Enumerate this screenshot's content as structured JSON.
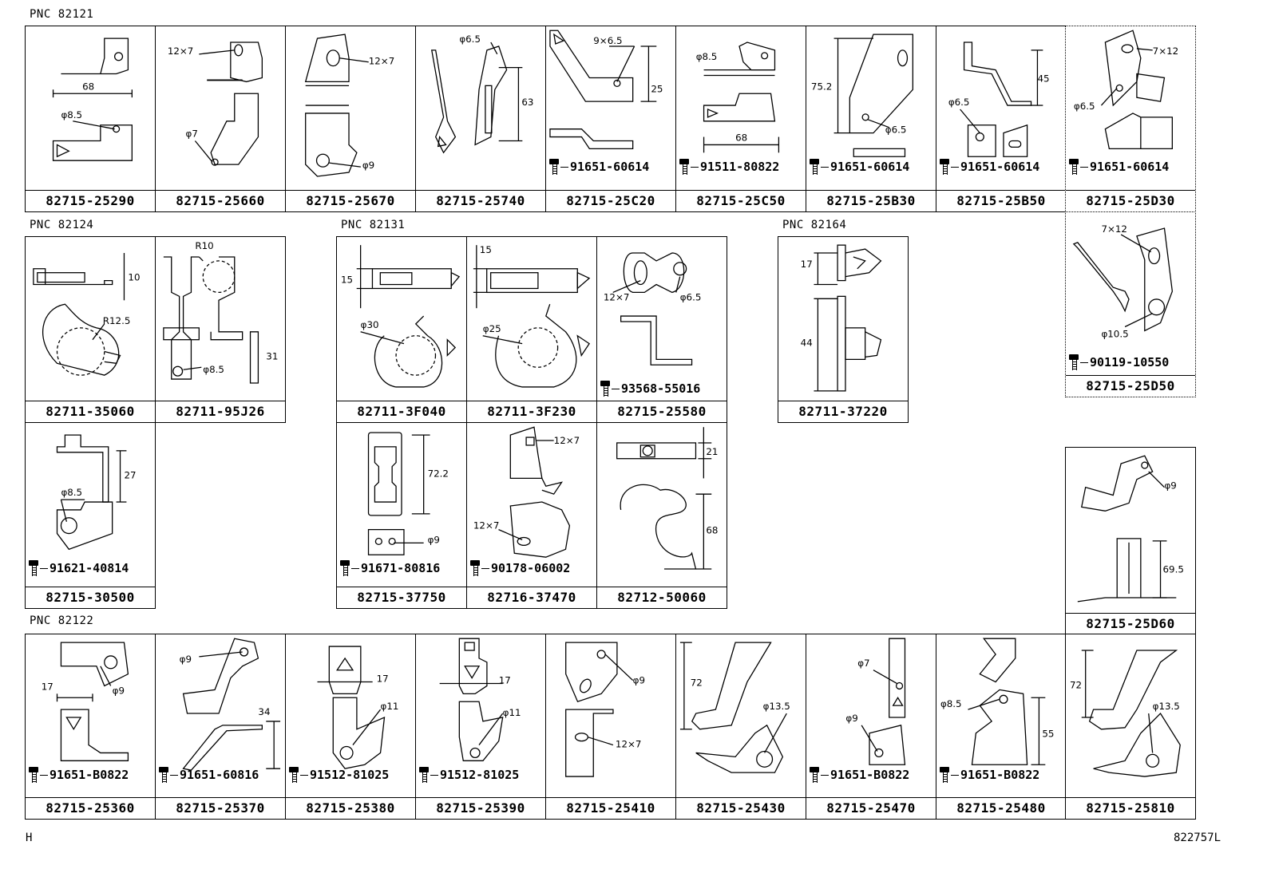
{
  "pnc_headers": {
    "g1": "PNC 82121",
    "g2": "PNC 82124",
    "g3": "PNC 82131",
    "g4": "PNC 82164",
    "g5": "PNC 82122"
  },
  "cells": [
    {
      "part": "82715-25290",
      "dims": [
        "68",
        "φ8.5"
      ],
      "bolt": ""
    },
    {
      "part": "82715-25660",
      "dims": [
        "12×7",
        "φ7"
      ],
      "bolt": ""
    },
    {
      "part": "82715-25670",
      "dims": [
        "12×7",
        "φ9"
      ],
      "bolt": ""
    },
    {
      "part": "82715-25740",
      "dims": [
        "φ6.5",
        "63"
      ],
      "bolt": ""
    },
    {
      "part": "82715-25C20",
      "dims": [
        "9×6.5",
        "25"
      ],
      "bolt": "91651-60614"
    },
    {
      "part": "82715-25C50",
      "dims": [
        "φ8.5",
        "68"
      ],
      "bolt": "91511-80822"
    },
    {
      "part": "82715-25B30",
      "dims": [
        "75.2",
        "φ6.5"
      ],
      "bolt": "91651-60614"
    },
    {
      "part": "82715-25B50",
      "dims": [
        "45",
        "φ6.5"
      ],
      "bolt": "91651-60614"
    },
    {
      "part": "82715-25D30",
      "dims": [
        "7×12",
        "φ6.5"
      ],
      "bolt": "91651-60614"
    },
    {
      "part": "82711-35060",
      "dims": [
        "10",
        "R12.5"
      ],
      "bolt": ""
    },
    {
      "part": "82711-95J26",
      "dims": [
        "R10",
        "φ8.5",
        "31"
      ],
      "bolt": ""
    },
    {
      "part": "82711-3F040",
      "dims": [
        "15",
        "φ30"
      ],
      "bolt": ""
    },
    {
      "part": "82711-3F230",
      "dims": [
        "15",
        "φ25"
      ],
      "bolt": ""
    },
    {
      "part": "82715-25580",
      "dims": [
        "12×7",
        "φ6.5"
      ],
      "bolt": "93568-55016"
    },
    {
      "part": "82711-37220",
      "dims": [
        "17",
        "44"
      ],
      "bolt": ""
    },
    {
      "part": "82715-25D50",
      "dims": [
        "7×12",
        "φ10.5"
      ],
      "bolt": "90119-10550"
    },
    {
      "part": "82715-30500",
      "dims": [
        "27",
        "φ8.5"
      ],
      "bolt": "91621-40814"
    },
    {
      "part": "82715-37750",
      "dims": [
        "72.2",
        "φ9"
      ],
      "bolt": "91671-80816"
    },
    {
      "part": "82716-37470",
      "dims": [
        "12×7",
        "12×7"
      ],
      "bolt": "90178-06002"
    },
    {
      "part": "82712-50060",
      "dims": [
        "21",
        "68"
      ],
      "bolt": ""
    },
    {
      "part": "82715-25D60",
      "dims": [
        "φ9",
        "69.5"
      ],
      "bolt": ""
    },
    {
      "part": "82715-25360",
      "dims": [
        "17",
        "φ9"
      ],
      "bolt": "91651-B0822"
    },
    {
      "part": "82715-25370",
      "dims": [
        "φ9",
        "34"
      ],
      "bolt": "91651-60816"
    },
    {
      "part": "82715-25380",
      "dims": [
        "17",
        "φ11"
      ],
      "bolt": "91512-81025"
    },
    {
      "part": "82715-25390",
      "dims": [
        "17",
        "φ11"
      ],
      "bolt": "91512-81025"
    },
    {
      "part": "82715-25410",
      "dims": [
        "φ9",
        "12×7"
      ],
      "bolt": ""
    },
    {
      "part": "82715-25430",
      "dims": [
        "72",
        "φ13.5"
      ],
      "bolt": ""
    },
    {
      "part": "82715-25470",
      "dims": [
        "φ7",
        "φ9"
      ],
      "bolt": "91651-B0822"
    },
    {
      "part": "82715-25480",
      "dims": [
        "φ8.5",
        "55"
      ],
      "bolt": "91651-B0822"
    },
    {
      "part": "82715-25810",
      "dims": [
        "72",
        "φ13.5"
      ],
      "bolt": ""
    }
  ],
  "footer": {
    "left": "H",
    "right": "822757L"
  }
}
